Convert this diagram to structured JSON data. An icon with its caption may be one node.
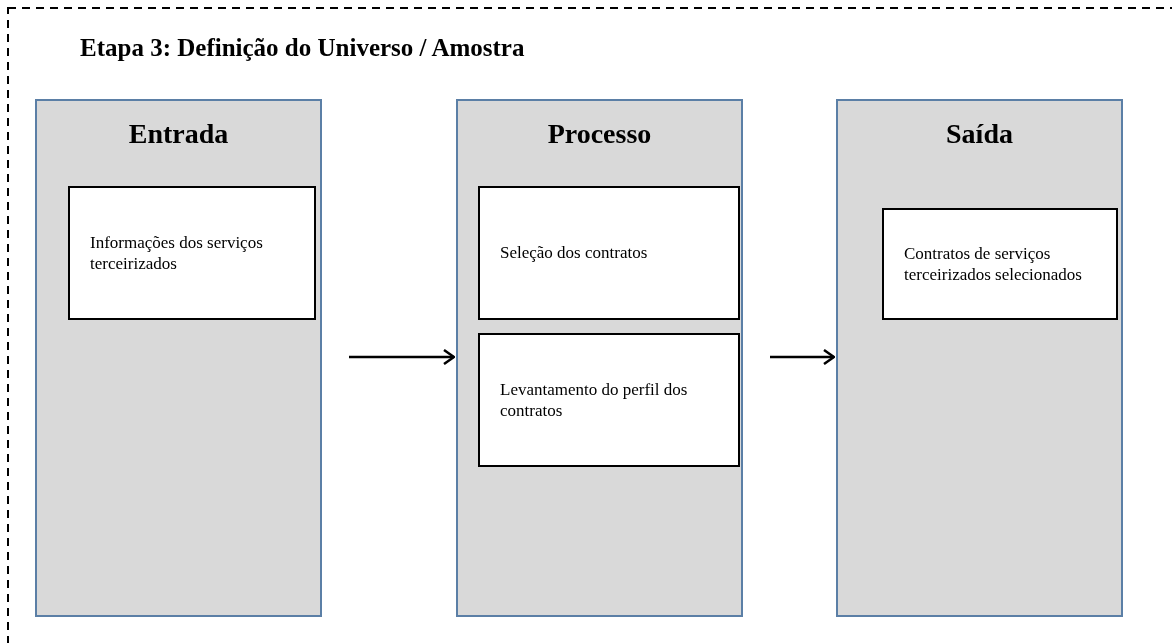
{
  "diagram": {
    "title": "Etapa 3: Definição do Universo / Amostra",
    "nodes": [
      {
        "text": [
          "Entrada"
        ]
      },
      {
        "text": [
          "Informações dos serviços terceirizados"
        ],
        "in": 0
      },
      {
        "text": [
          "Processo"
        ]
      },
      {
        "text": [
          "Seleção dos contratos"
        ],
        "in": 2
      },
      {
        "text": [
          "Levantamento do perfil dos contratos"
        ],
        "in": 2
      },
      {
        "text": [
          "Saída"
        ]
      },
      {
        "text": [
          "Contratos de serviços terceirizados selecionados"
        ],
        "in": 5
      }
    ],
    "edges": [
      {
        "from": 0,
        "to": 2,
        "arrow": "to"
      },
      {
        "from": 2,
        "to": 5,
        "arrow": "to"
      }
    ]
  }
}
